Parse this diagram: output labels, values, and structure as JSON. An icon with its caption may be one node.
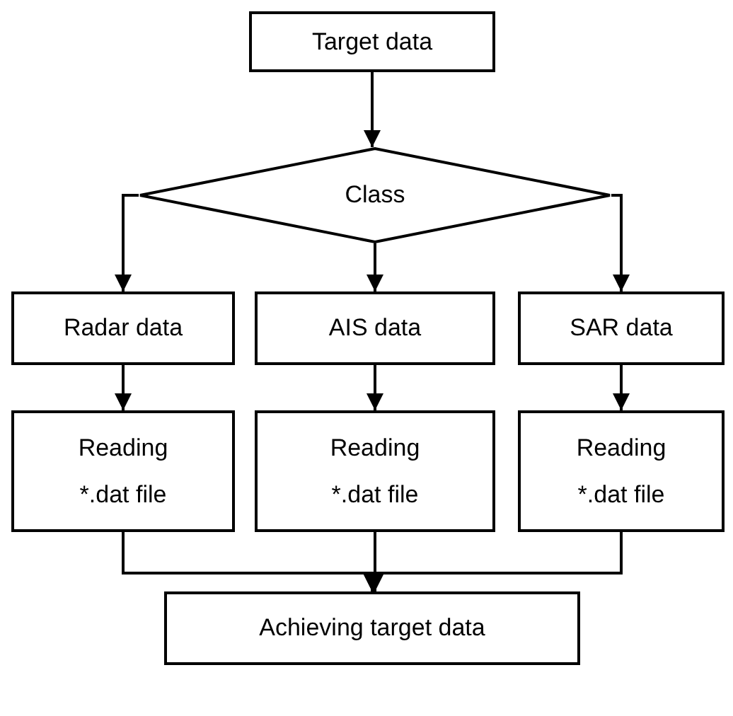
{
  "diagram": {
    "nodes": [
      {
        "text": [
          "Target data"
        ]
      },
      {
        "text": [
          "Class"
        ]
      },
      {
        "text": [
          "Radar data"
        ]
      },
      {
        "text": [
          "AIS data"
        ]
      },
      {
        "text": [
          "SAR data"
        ]
      },
      {
        "text": [
          "Reading",
          "*.dat file"
        ]
      },
      {
        "text": [
          "Reading",
          "*.dat file"
        ]
      },
      {
        "text": [
          "Reading",
          "*.dat file"
        ]
      },
      {
        "text": [
          "Achieving target data"
        ]
      }
    ],
    "edges": [
      {
        "from": 0,
        "to": 1,
        "arrow": "to"
      },
      {
        "from": 1,
        "to": 2,
        "arrow": "to"
      },
      {
        "from": 1,
        "to": 3,
        "arrow": "to"
      },
      {
        "from": 1,
        "to": 4,
        "arrow": "to"
      },
      {
        "from": 2,
        "to": 5,
        "arrow": "to"
      },
      {
        "from": 3,
        "to": 6,
        "arrow": "to"
      },
      {
        "from": 4,
        "to": 7,
        "arrow": "to"
      },
      {
        "from": 5,
        "to": 8,
        "arrow": "to"
      },
      {
        "from": 6,
        "to": 8,
        "arrow": "to"
      },
      {
        "from": 7,
        "to": 8,
        "arrow": "to"
      }
    ]
  }
}
